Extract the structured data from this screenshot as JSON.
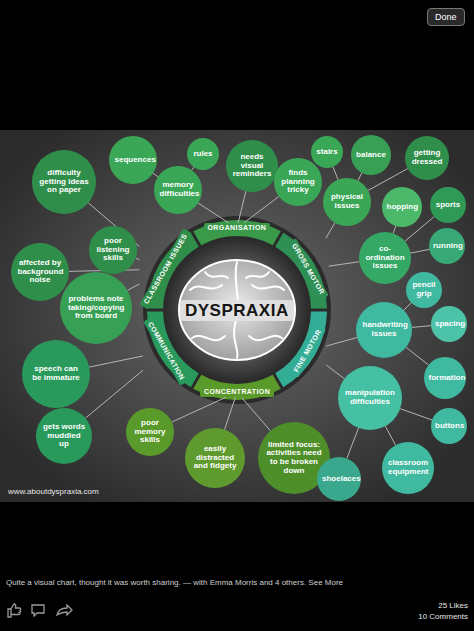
{
  "diagram": {
    "caption": "Quite a visual chart, thought it was worth sharing. — with Emma Morris and 4 others. See More",
    "nodes": [
      {
        "text": [
          "Done"
        ]
      },
      {
        "text": [
          "DYSPRAXIA"
        ]
      },
      {
        "text": [
          "ORGANISATION"
        ]
      },
      {
        "text": [
          "GROSS MOTOR"
        ]
      },
      {
        "text": [
          "FINE MOTOR"
        ]
      },
      {
        "text": [
          "CONCENTRATION"
        ]
      },
      {
        "text": [
          "COMMUNICATION"
        ]
      },
      {
        "text": [
          "CLASSROOM ISSUES"
        ]
      },
      {
        "text": [
          "difficulty getting ideas on paper"
        ]
      },
      {
        "text": [
          "sequences"
        ]
      },
      {
        "text": [
          "rules"
        ]
      },
      {
        "text": [
          "memory difficulties"
        ]
      },
      {
        "text": [
          "needs visual reminders"
        ]
      },
      {
        "text": [
          "finds planning tricky"
        ]
      },
      {
        "text": [
          "stairs"
        ]
      },
      {
        "text": [
          "balance"
        ]
      },
      {
        "text": [
          "getting dressed"
        ]
      },
      {
        "text": [
          "physical issues"
        ]
      },
      {
        "text": [
          "hopping"
        ]
      },
      {
        "text": [
          "sports"
        ]
      },
      {
        "text": [
          "poor listening skills"
        ]
      },
      {
        "text": [
          "co-ordination issues"
        ]
      },
      {
        "text": [
          "running"
        ]
      },
      {
        "text": [
          "affected by background noise"
        ]
      },
      {
        "text": [
          "pencil grip"
        ]
      },
      {
        "text": [
          "problems note taking/copying from board"
        ]
      },
      {
        "text": [
          "spacing"
        ]
      },
      {
        "text": [
          "handwriting issues"
        ]
      },
      {
        "text": [
          "speech can be immature"
        ]
      },
      {
        "text": [
          "formation"
        ]
      },
      {
        "text": [
          "manipulation difficulties"
        ]
      },
      {
        "text": [
          "buttons"
        ]
      },
      {
        "text": [
          "gets words muddled up"
        ]
      },
      {
        "text": [
          "poor memory skills"
        ]
      },
      {
        "text": [
          "easily distracted and fidgety"
        ]
      },
      {
        "text": [
          "limited focus: activities need to be broken down"
        ]
      },
      {
        "text": [
          "shoelaces"
        ]
      },
      {
        "text": [
          "classroom equipment"
        ]
      }
    ],
    "edges": [
      {
        "from": 2,
        "to": 11,
        "arrow": "none"
      },
      {
        "from": 2,
        "to": 12,
        "arrow": "none"
      },
      {
        "from": 2,
        "to": 13,
        "arrow": "none"
      },
      {
        "from": 11,
        "to": 9,
        "arrow": "none"
      },
      {
        "from": 11,
        "to": 10,
        "arrow": "none"
      },
      {
        "from": 3,
        "to": 17,
        "arrow": "none"
      },
      {
        "from": 3,
        "to": 21,
        "arrow": "none"
      },
      {
        "from": 17,
        "to": 14,
        "arrow": "none"
      },
      {
        "from": 17,
        "to": 15,
        "arrow": "none"
      },
      {
        "from": 17,
        "to": 16,
        "arrow": "none"
      },
      {
        "from": 21,
        "to": 18,
        "arrow": "none"
      },
      {
        "from": 21,
        "to": 19,
        "arrow": "none"
      },
      {
        "from": 21,
        "to": 22,
        "arrow": "none"
      },
      {
        "from": 4,
        "to": 27,
        "arrow": "none"
      },
      {
        "from": 4,
        "to": 30,
        "arrow": "none"
      },
      {
        "from": 27,
        "to": 24,
        "arrow": "none"
      },
      {
        "from": 27,
        "to": 26,
        "arrow": "none"
      },
      {
        "from": 27,
        "to": 29,
        "arrow": "none"
      },
      {
        "from": 30,
        "to": 31,
        "arrow": "none"
      },
      {
        "from": 30,
        "to": 36,
        "arrow": "none"
      },
      {
        "from": 30,
        "to": 37,
        "arrow": "none"
      },
      {
        "from": 5,
        "to": 33,
        "arrow": "none"
      },
      {
        "from": 5,
        "to": 34,
        "arrow": "none"
      },
      {
        "from": 5,
        "to": 35,
        "arrow": "none"
      },
      {
        "from": 6,
        "to": 28,
        "arrow": "none"
      },
      {
        "from": 6,
        "to": 32,
        "arrow": "none"
      },
      {
        "from": 7,
        "to": 8,
        "arrow": "none"
      },
      {
        "from": 7,
        "to": 20,
        "arrow": "none"
      },
      {
        "from": 7,
        "to": 23,
        "arrow": "none"
      },
      {
        "from": 7,
        "to": 25,
        "arrow": "none"
      }
    ],
    "labels": [
      "www.aboutdyspraxia.com",
      "25 Likes",
      "10 Comments"
    ]
  }
}
